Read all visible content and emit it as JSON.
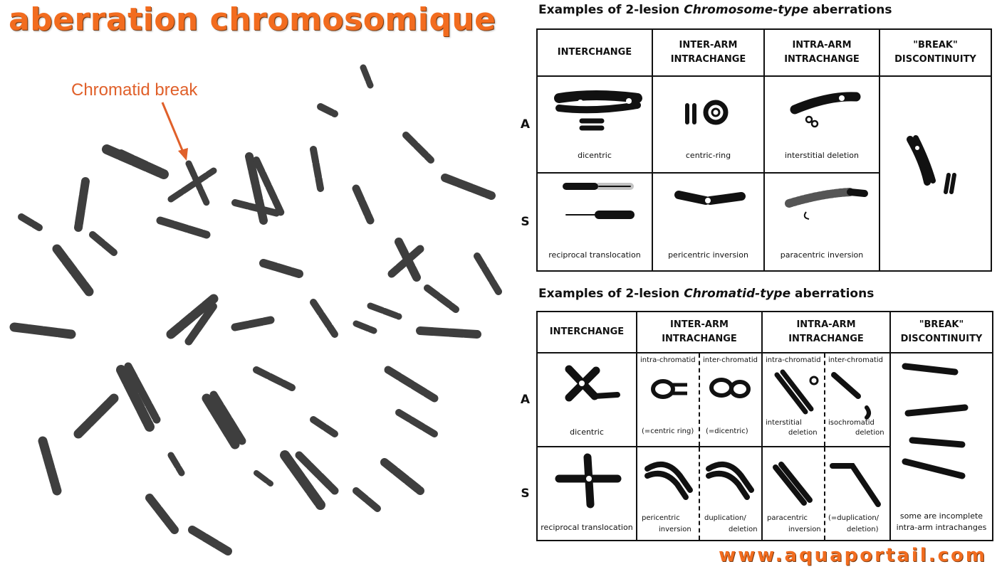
{
  "title": "aberration chromosomique",
  "annotation": {
    "label": "Chromatid break",
    "color": "#e0602a"
  },
  "colors": {
    "brand": "#f26c1f",
    "ink": "#111111",
    "chromosome": "#2a2a2a"
  },
  "chromosome_type": {
    "title_prefix": "Examples of 2-lesion ",
    "title_em": "Chromosome-type",
    "title_suffix": " aberrations",
    "headers": [
      {
        "line1": "INTERCHANGE",
        "line2": ""
      },
      {
        "line1": "INTER-ARM",
        "line2": "INTRACHANGE"
      },
      {
        "line1": "INTRA-ARM",
        "line2": "INTRACHANGE"
      },
      {
        "line1": "\"BREAK\"",
        "line2": "DISCONTINUITY"
      }
    ],
    "rows": [
      {
        "label": "A",
        "captions": [
          "dicentric",
          "centric-ring",
          "interstitial deletion"
        ]
      },
      {
        "label": "S",
        "captions": [
          "reciprocal translocation",
          "pericentric inversion",
          "paracentric inversion"
        ]
      }
    ]
  },
  "chromatid_type": {
    "title_prefix": "Examples of 2-lesion ",
    "title_em": "Chromatid-type",
    "title_suffix": " aberrations",
    "headers": [
      {
        "line1": "INTERCHANGE",
        "line2": ""
      },
      {
        "line1": "INTER-ARM",
        "line2": "INTRACHANGE"
      },
      {
        "line1": "INTRA-ARM",
        "line2": "INTRACHANGE"
      },
      {
        "line1": "\"BREAK\"",
        "line2": "DISCONTINUITY"
      }
    ],
    "subheaders": {
      "intra": "intra-chromatid",
      "inter": "inter-chromatid"
    },
    "rows": [
      {
        "label": "A",
        "interchange": "dicentric",
        "interarm_intra": "(=centric ring)",
        "interarm_inter": "(=dicentric)",
        "intraarm_intra_1": "interstitial",
        "intraarm_intra_2": "deletion",
        "intraarm_inter_1": "isochromatid",
        "intraarm_inter_2": "deletion"
      },
      {
        "label": "S",
        "interchange": "reciprocal translocation",
        "interarm_intra_1": "pericentric",
        "interarm_intra_2": "inversion",
        "interarm_inter_1": "duplication/",
        "interarm_inter_2": "deletion",
        "intraarm_intra_1": "paracentric",
        "intraarm_intra_2": "inversion",
        "intraarm_inter_1": "(=duplication/",
        "intraarm_inter_2": "deletion)"
      }
    ],
    "break_note_1": "some are incomplete",
    "break_note_2": "intra-arm intrachanges"
  },
  "watermark": "www.aquaportail.com"
}
